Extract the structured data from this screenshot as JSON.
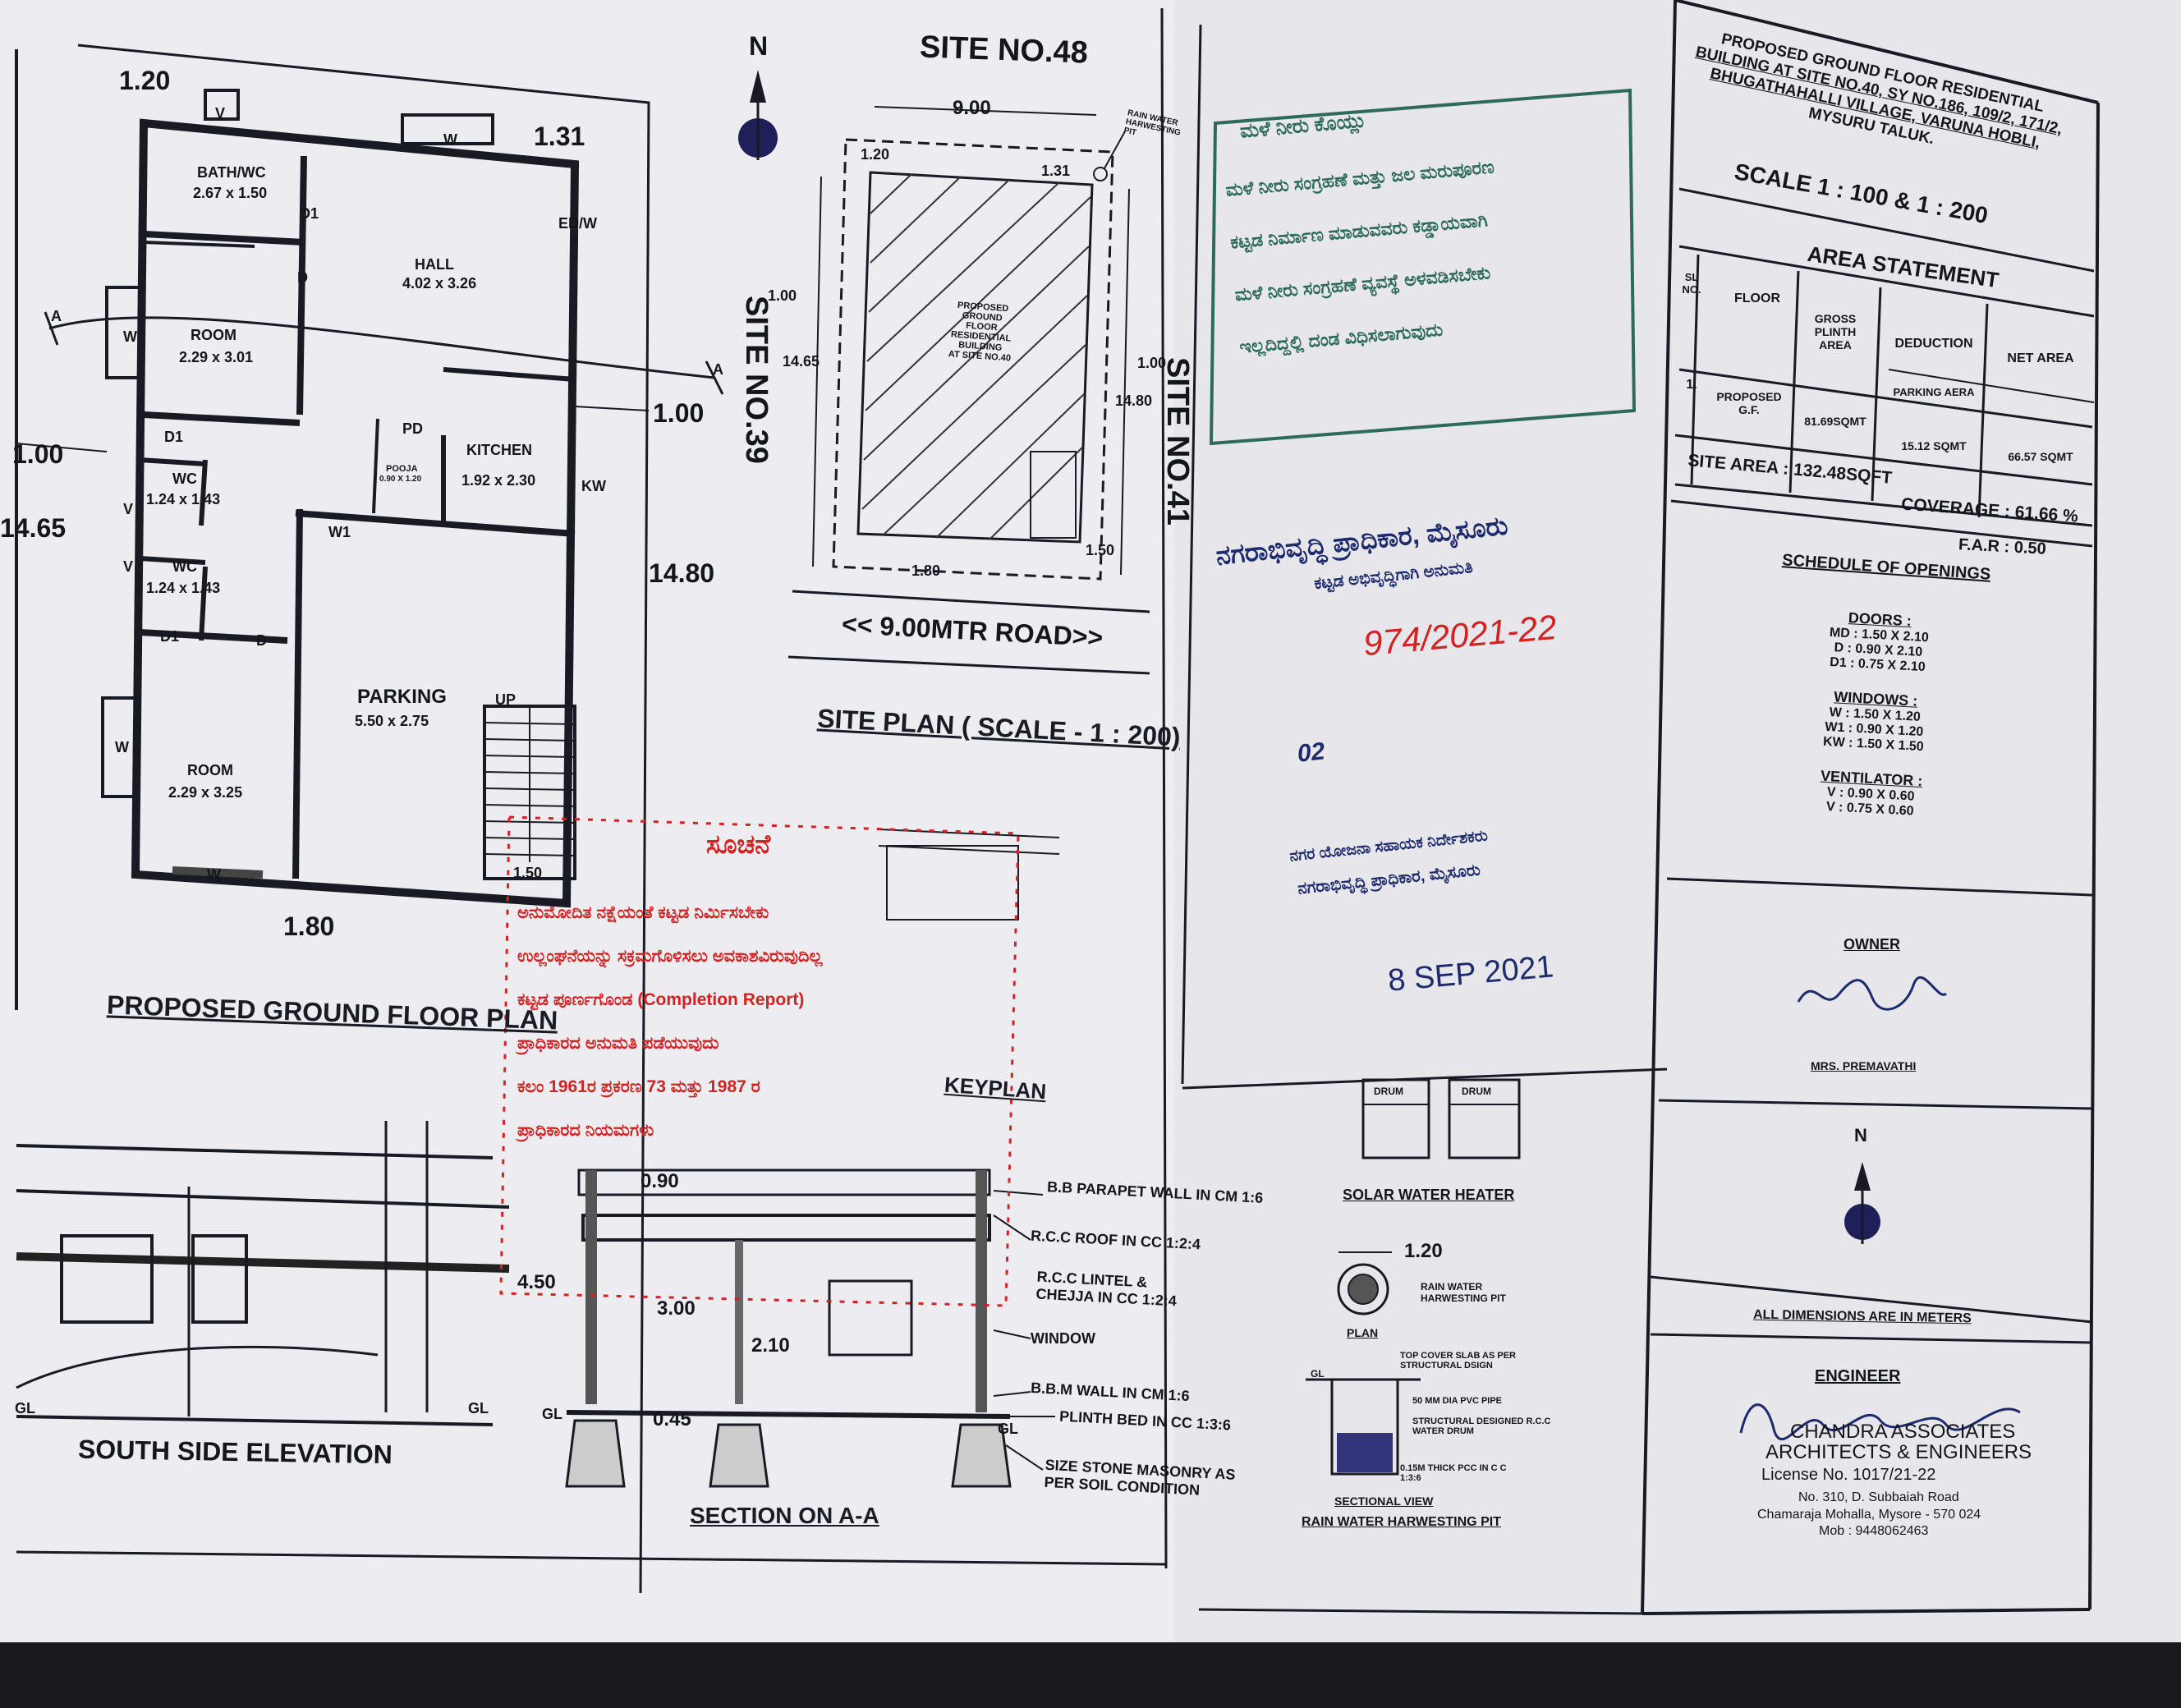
{
  "floor_plan": {
    "dims": {
      "top_left": "1.20",
      "top_right": "1.31",
      "mid_right": "1.00",
      "left": "1.00",
      "left_total": "14.65",
      "right_total": "14.80",
      "bottom": "1.80",
      "stair": "1.50"
    },
    "rooms": [
      {
        "name": "BATH/WC",
        "size": "2.67 x 1.50"
      },
      {
        "name": "HALL",
        "size": "4.02 x 3.26"
      },
      {
        "name": "ROOM",
        "size": "2.29 x 3.01"
      },
      {
        "name": "KITCHEN",
        "size": "1.92 x 2.30"
      },
      {
        "name": "WC",
        "size": "1.24 x 1.43"
      },
      {
        "name": "WC",
        "size": "1.24 x 1.43"
      },
      {
        "name": "PARKING",
        "size": "5.50 x 2.75"
      },
      {
        "name": "ROOM",
        "size": "2.29 x 3.25"
      }
    ],
    "labels": {
      "v": "V",
      "w": "W",
      "d1": "D1",
      "d": "D",
      "edw": "ED/W",
      "pd": "PD",
      "pooja": "POOJA",
      "pooja_size": "0.90 X 1.20",
      "kw": "KW",
      "w1": "W1",
      "up": "UP",
      "a": "A"
    },
    "title": "PROPOSED GROUND FLOOR PLAN"
  },
  "site_plan": {
    "north": "N",
    "top": "SITE NO.48",
    "left": "SITE NO.39",
    "right": "SITE NO.41",
    "width": "9.00",
    "depth_left": "14.65",
    "depth_right": "14.80",
    "setbacks": {
      "top_left": "1.20",
      "top_right": "1.31",
      "left": "1.00",
      "right": "1.00",
      "bottom": "1.80",
      "bottom_right": "1.50"
    },
    "rain_water": "RAIN WATER HARWESTING PIT",
    "building": [
      "PROPOSED",
      "GROUND",
      "FLOOR",
      "RESIDENTIAL",
      "BUILDING",
      "AT SITE NO.40"
    ],
    "road": "<< 9.00MTR ROAD>>",
    "title": "SITE PLAN ( SCALE - 1 : 200)"
  },
  "elevation": {
    "title": "SOUTH SIDE ELEVATION",
    "gl": "GL"
  },
  "section": {
    "title": "SECTION ON A-A",
    "keyplan": "KEYPLAN",
    "dims": {
      "h1": "0.90",
      "h2": "4.50",
      "h3": "3.00",
      "h4": "2.10",
      "h5": "0.45"
    },
    "gl": "GL",
    "notes": [
      "B.B PARAPET WALL IN CM 1:6",
      "R.C.C ROOF IN CC 1:2:4",
      "R.C.C LINTEL & CHEJJA IN CC 1:2:4",
      "WINDOW",
      "B.B.M WALL IN CM 1:6",
      "PLINTH BED IN CC 1:3:6",
      "SIZE STONE MASONRY AS PER SOIL CONDITION"
    ]
  },
  "stamps": {
    "red_title": "ಸೂಚನೆ",
    "red_lines": [
      "ಅನುಮೋದಿತ ನಕ್ಷೆಯಂತೆ ಕಟ್ಟಡ ನಿರ್ಮಿಸಬೇಕು",
      "ಉಲ್ಲಂಘನೆಯನ್ನು ಸಕ್ರಮಗೊಳಿಸಲು ಅವಕಾಶವಿರುವುದಿಲ್ಲ",
      "ಕಟ್ಟಡ ಪೂರ್ಣಗೊಂಡ (Completion Report)",
      "ಪ್ರಾಧಿಕಾರದ ಅನುಮತಿ ಪಡೆಯುವುದು",
      "ಕಲಂ 1961ರ ಪ್ರಕರಣ 73 ಮತ್ತು 1987 ರ",
      "ಪ್ರಾಧಿಕಾರದ ನಿಯಮಗಳು"
    ],
    "green_title": "ಮಳೆ ನೀರು ಕೊಯ್ಲು",
    "green_lines": [
      "ಮಳೆ ನೀರು ಸಂಗ್ರಹಣೆ ಮತ್ತು ಜಲ ಮರುಪೂರಣ",
      "ಕಟ್ಟಡ ನಿರ್ಮಾಣ ಮಾಡುವವರು ಕಡ್ಡಾಯವಾಗಿ",
      "ಮಳೆ ನೀರು ಸಂಗ್ರಹಣೆ ವ್ಯವಸ್ಥೆ ಅಳವಡಿಸಬೇಕು",
      "ಇಲ್ಲದಿದ್ದಲ್ಲಿ ದಂಡ ವಿಧಿಸಲಾಗುವುದು"
    ],
    "auth_title": "ನಗರಾಭಿವೃದ್ಧಿ ಪ್ರಾಧಿಕಾರ, ಮೈಸೂರು",
    "auth_sub": "ಕಟ್ಟಡ ಅಭಿವೃದ್ಧಿಗಾಗಿ ಅನುಮತಿ",
    "auth_no": "974/2021-22",
    "auth_years": "02",
    "auth_sign": "ನಗರ ಯೋಜನಾ ಸಹಾಯಕ ನಿರ್ದೇಶಕರು",
    "auth_org": "ನಗರಾಭಿವೃದ್ಧಿ ಪ್ರಾಧಿಕಾರ, ಮೈಸೂರು",
    "date": "8 SEP 2021"
  },
  "titleblock": {
    "title": [
      "PROPOSED GROUND FLOOR RESIDENTIAL",
      "BUILDING AT SITE NO.40, SY NO.186, 109/2, 171/2,",
      "BHUGATHAHALLI VILLAGE, VARUNA HOBLI,",
      "MYSURU TALUK."
    ],
    "scale": "SCALE   1 : 100  & 1 : 200",
    "area_title": "AREA STATEMENT",
    "headers": [
      "SL NO.",
      "FLOOR",
      "GROSS PLINTH AREA",
      "DEDUCTION",
      "NET AREA"
    ],
    "deduction_sub": "PARKING AERA",
    "row": [
      "1.",
      "PROPOSED G.F.",
      "81.69SQMT",
      "15.12 SQMT",
      "66.57 SQMT"
    ],
    "site_area": "SITE AREA : 132.48SQFT",
    "coverage": "COVERAGE : 61.66 %",
    "far": "F.A.R  :  0.50",
    "openings_title": "SCHEDULE OF OPENINGS",
    "doors_title": "DOORS :",
    "doors": [
      "MD : 1.50 X 2.10",
      "D : 0.90 X 2.10",
      "D1 : 0.75 X 2.10"
    ],
    "windows_title": "WINDOWS :",
    "windows": [
      "W : 1.50 X 1.20",
      "W1 : 0.90 X 1.20",
      "KW : 1.50 X 1.50"
    ],
    "vent_title": "VENTILATOR :",
    "vents": [
      "V : 0.90 X 0.60",
      "V : 0.75 X 0.60"
    ],
    "owner_title": "OWNER",
    "owner_name": "MRS. PREMAVATHI",
    "north": "N",
    "dims_note": "ALL DIMENSIONS ARE IN METERS",
    "engineer_title": "ENGINEER",
    "firm": [
      "CHANDRA ASSOCIATES",
      "ARCHITECTS & ENGINEERS"
    ],
    "license": "License No. 1017/21-22",
    "address": [
      "No. 310, D. Subbaiah Road",
      "Chamaraja Mohalla, Mysore - 570 024",
      "Mob : 9448062463"
    ]
  },
  "details": {
    "solar": "SOLAR WATER HEATER",
    "drum": "DRUM",
    "rain_dim": "1.20",
    "rain_pit": "RAIN WATER HARWESTING PIT",
    "plan": "PLAN",
    "gl": "GL",
    "notes": [
      "TOP COVER SLAB AS PER STRUCTURAL DSIGN",
      "50 MM DIA PVC PIPE",
      "STRUCTURAL DESIGNED R.C.C WATER DRUM",
      "0.15M THICK PCC IN C C 1:3:6"
    ],
    "section_title": "SECTIONAL VIEW",
    "section_sub": "RAIN WATER HARWESTING PIT"
  },
  "colors": {
    "ink": "#15151c",
    "red": "#d22222",
    "green": "#2d6a5c",
    "blue": "#1d2a6b",
    "dot": "#1f1f5a"
  }
}
